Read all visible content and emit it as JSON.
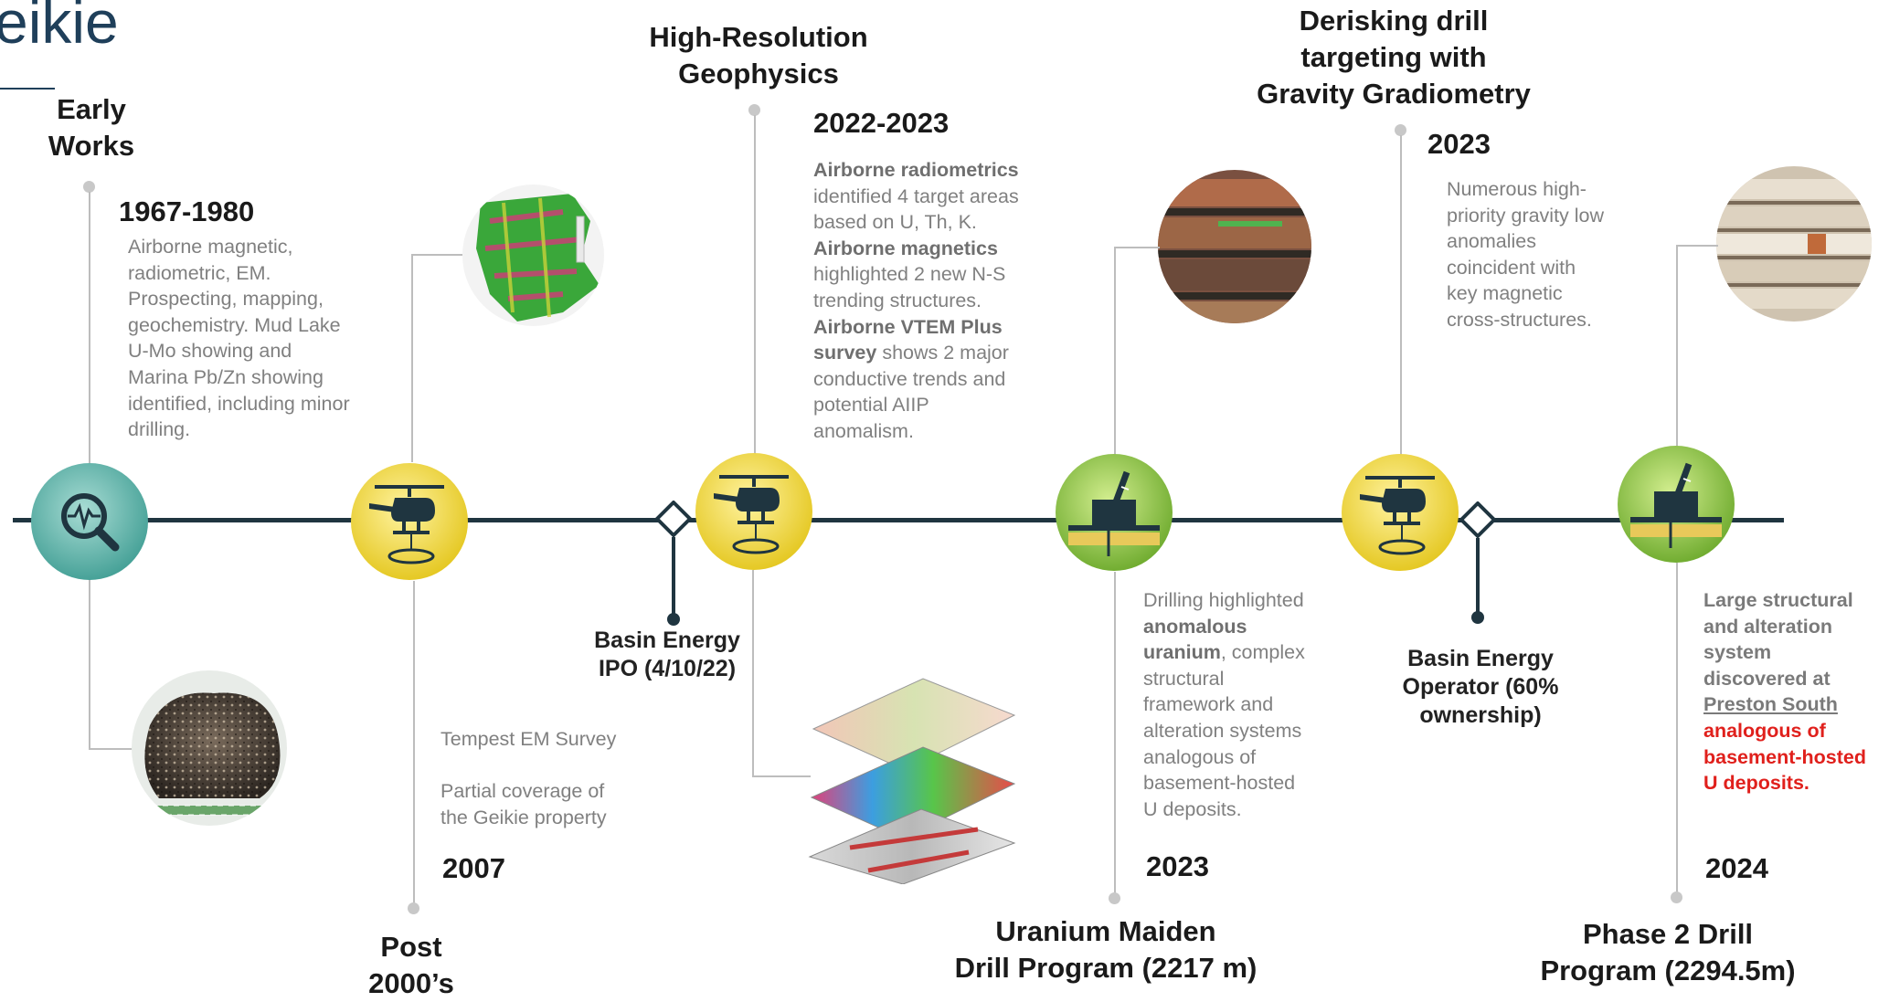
{
  "title_fragment": "eikie",
  "colors": {
    "timeline": "#1f3540",
    "accent_red": "#e0201c",
    "node_teal": "#5ab5ad",
    "node_yellow": "#f3e21d",
    "node_green": "#9ccd3e"
  },
  "events": {
    "early": {
      "title_line1": "Early",
      "title_line2": "Works",
      "year": "1967-1980",
      "desc": [
        "Airborne magnetic,",
        "radiometric, EM.",
        "Prospecting, mapping,",
        "geochemistry. Mud Lake",
        "U-Mo showing and",
        "Marina Pb/Zn showing",
        "identified, including minor",
        "drilling."
      ],
      "icon": "magnifier-pulse-icon"
    },
    "post2000": {
      "title_line1": "Post",
      "title_line2": "2000’s",
      "year": "2007",
      "survey": "Tempest EM Survey",
      "cover_line1": "Partial coverage of",
      "cover_line2": "the Geikie property",
      "icon": "helicopter-icon"
    },
    "geophys": {
      "title_line1": "High-Resolution",
      "title_line2": "Geophysics",
      "year": "2022-2023",
      "p1_bold": "Airborne radiometrics",
      "p1": [
        "identified 4 target areas",
        "based on U, Th, K."
      ],
      "p2_bold": "Airborne magnetics",
      "p2": [
        "highlighted 2 new N-S",
        "trending structures."
      ],
      "p3_bold1": "Airborne VTEM Plus",
      "p3_bold2": "survey",
      "p3_rest": " shows 2 major",
      "p3": [
        "conductive trends and",
        "potential AIIP",
        "anomalism."
      ],
      "icon": "helicopter-icon"
    },
    "ipo": {
      "line1": "Basin Energy",
      "line2": "IPO (4/10/22)"
    },
    "maiden": {
      "title_line1": "Uranium Maiden",
      "title_line2": "Drill Program (2217 m)",
      "year": "2023",
      "d1": "Drilling highlighted",
      "d2_bold": "anomalous",
      "d3_bold": "uranium",
      "d3_rest": ", complex",
      "d": [
        "structural",
        "framework and",
        "alteration systems",
        "analogous of",
        "basement-hosted",
        "U deposits."
      ],
      "icon": "drill-rig-icon"
    },
    "gravity": {
      "title_line1": "Derisking drill",
      "title_line2": "targeting with",
      "title_line3": "Gravity Gradiometry",
      "year": "2023",
      "desc": [
        "Numerous  high-",
        "priority gravity low",
        "anomalies",
        "coincident with",
        "key magnetic",
        "cross-structures."
      ],
      "icon": "helicopter-icon"
    },
    "operator": {
      "line1": "Basin Energy",
      "line2": "Operator (60%",
      "line3": "ownership)"
    },
    "phase2": {
      "title_line1": "Phase 2 Drill",
      "title_line2": "Program (2294.5m)",
      "year": "2024",
      "d": [
        "Large structural",
        "and alteration",
        "system"
      ],
      "d4": "discovered at",
      "link": "Preston South",
      "red": [
        "analogous of",
        "basement-hosted",
        "U deposits."
      ],
      "icon": "drill-rig-icon"
    }
  }
}
